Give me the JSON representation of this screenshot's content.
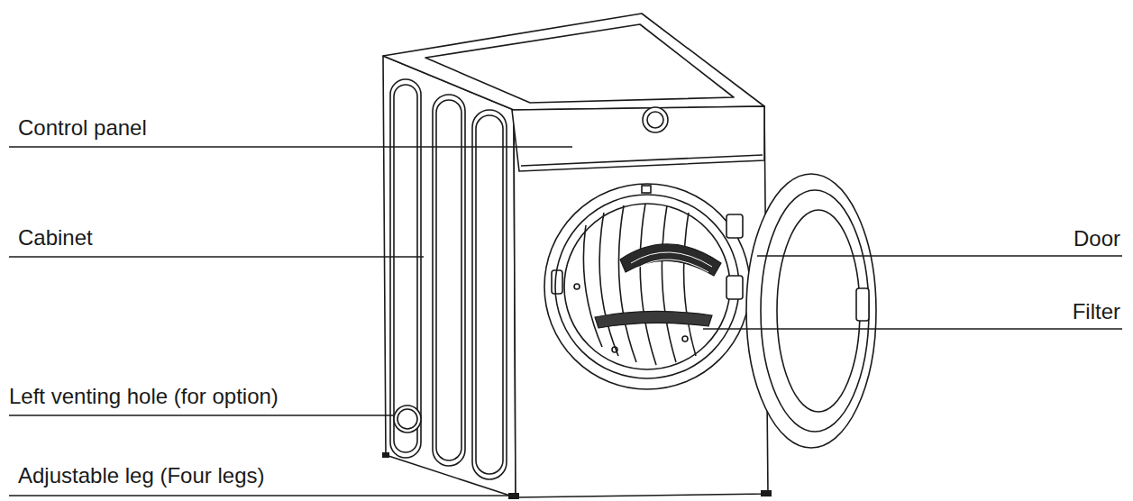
{
  "diagram": {
    "labels": [
      "Control panel",
      "Cabinet",
      "Left venting hole (for option)",
      "Adjustable leg (Four legs)",
      "Door",
      "Filter"
    ]
  }
}
